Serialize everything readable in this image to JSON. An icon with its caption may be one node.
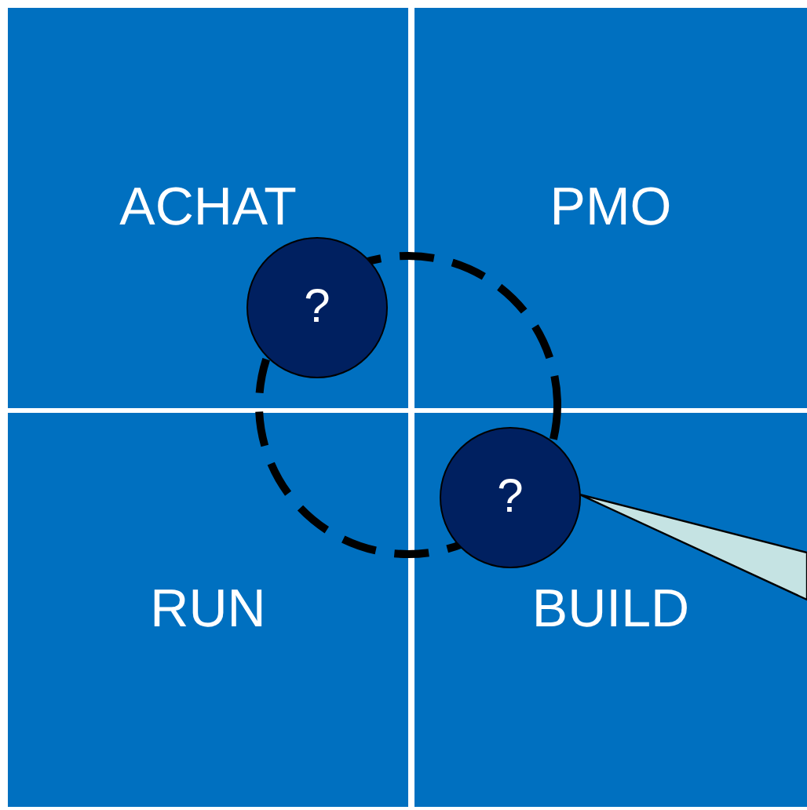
{
  "diagram": {
    "nodes": [
      {
        "text": [
          "ACHAT"
        ]
      },
      {
        "text": [
          "PMO"
        ]
      },
      {
        "text": [
          "RUN"
        ]
      },
      {
        "text": [
          "BUILD"
        ]
      },
      {
        "text": [],
        "shape": "circle"
      },
      {
        "text": [
          "?"
        ],
        "in": 0
      },
      {
        "text": [
          "?"
        ],
        "in": 3
      }
    ],
    "edges": [
      {
        "from": null,
        "to": 6,
        "arrow": "to"
      }
    ]
  }
}
